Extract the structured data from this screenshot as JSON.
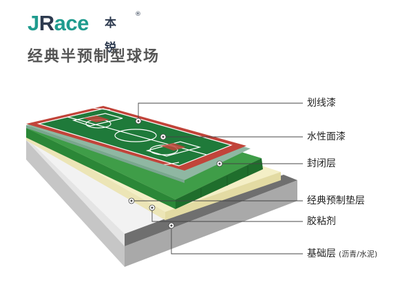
{
  "logo": {
    "mark_j": "J",
    "mark_r": "R",
    "mark_ace": "ace",
    "chinese": "本锐",
    "registered": "®"
  },
  "title": "经典半预制型球场",
  "colors": {
    "court_green": "#1f7a3a",
    "court_red": "#c1443a",
    "surface_green": "#35a04a",
    "base_grey": "#dcdcdc",
    "cushion_cream": "#f4efc6",
    "sealer_green": "#2e8b3a",
    "logo_teal": "#1f9b8e"
  },
  "layers": [
    {
      "name": "划线漆",
      "note": ""
    },
    {
      "name": "水性面漆",
      "note": ""
    },
    {
      "name": "封闭层",
      "note": ""
    },
    {
      "name": "经典预制垫层",
      "note": ""
    },
    {
      "name": "胶粘剂",
      "note": ""
    },
    {
      "name": "基础层",
      "note": "(沥青/水泥)"
    }
  ]
}
